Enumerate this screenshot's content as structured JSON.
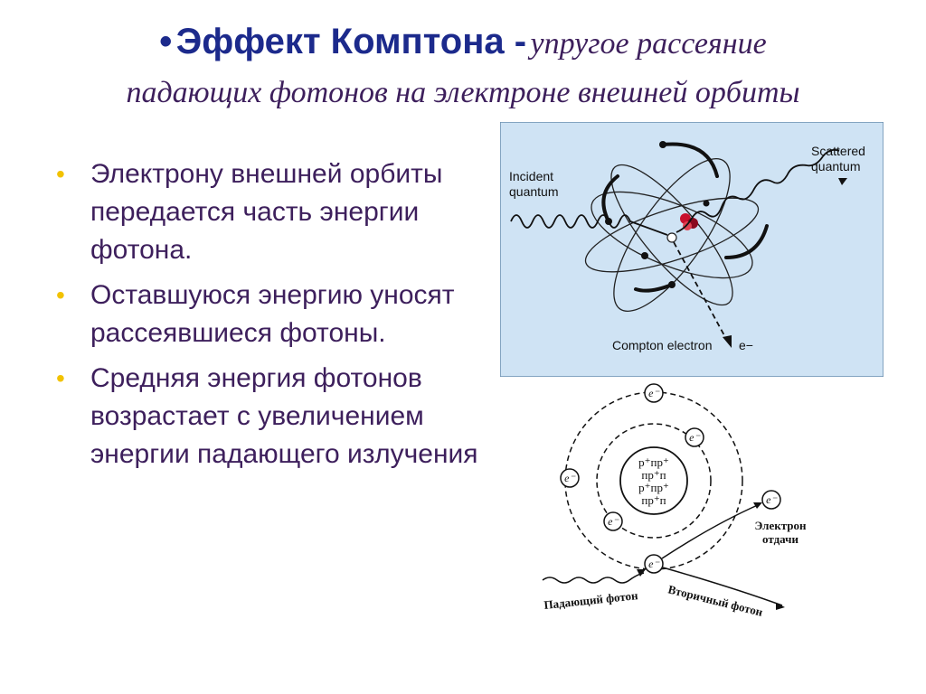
{
  "header": {
    "bullet": "•",
    "term": "Эффект Комптона -",
    "desc_line1": "упругое рассеяние",
    "desc_line2": "падающих фотонов на электроне внешней орбиты"
  },
  "bullets": [
    {
      "text": "Электрону внешней орбиты передается часть энергии фотона."
    },
    {
      "text": "Оставшуюся энергию уносят рассеявшиеся фотоны."
    },
    {
      "text": "Средняя энергия фотонов возрастает с увеличением энергии падающего излучения"
    }
  ],
  "figure1": {
    "incident": [
      "Incident",
      "quantum"
    ],
    "scattered": [
      "Scattered",
      "quantum"
    ],
    "compton": "Compton electron",
    "electron_symbol": "e−"
  },
  "figure2": {
    "electron": "e⁻",
    "nucleus": [
      "p⁺пp⁺",
      "пp⁺п",
      "p⁺пp⁺",
      "пp⁺п"
    ],
    "recoil": [
      "Электрон",
      "отдачи"
    ],
    "incident_photon": "Падающий фотон",
    "secondary_photon": "Вторичный фотон"
  },
  "colors": {
    "title_blue": "#1c2a8c",
    "text_purple": "#3d1f5c",
    "bullet_yellow": "#f2c200",
    "figure_bg": "#cfe3f4"
  }
}
